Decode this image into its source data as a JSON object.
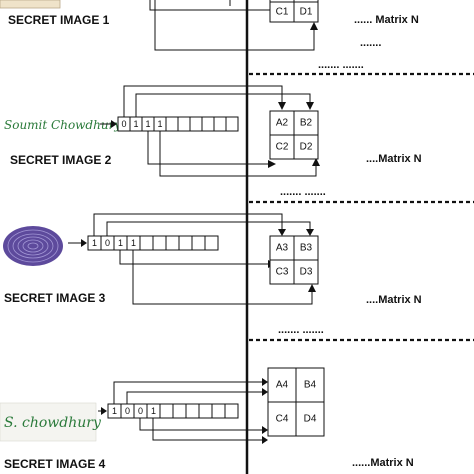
{
  "panels": [
    {
      "label": "SECRET IMAGE 1",
      "signature": "",
      "bits": [],
      "matrix": [
        "",
        "",
        "C1",
        "D1"
      ],
      "matrix_label": "...... Matrix N",
      "dots_right": ".......",
      "dots_bottom": "....... ......."
    },
    {
      "label": "SECRET IMAGE 2",
      "signature": "Soumit Chowdhury",
      "bits": [
        "0",
        "1",
        "1",
        "1",
        "",
        "",
        "",
        "",
        "",
        ""
      ],
      "matrix": [
        "A2",
        "B2",
        "C2",
        "D2"
      ],
      "matrix_label": "....Matrix N",
      "dots_right": "",
      "dots_bottom": "....... ......."
    },
    {
      "label": "SECRET IMAGE 3",
      "signature": "",
      "bits": [
        "1",
        "0",
        "1",
        "1",
        "",
        "",
        "",
        "",
        "",
        ""
      ],
      "matrix": [
        "A3",
        "B3",
        "C3",
        "D3"
      ],
      "matrix_label": "....Matrix N",
      "dots_right": "",
      "dots_bottom": "....... ......."
    },
    {
      "label": "SECRET IMAGE 4",
      "signature": "S. chowdhury",
      "bits": [
        "1",
        "0",
        "0",
        "1",
        "",
        "",
        "",
        "",
        "",
        ""
      ],
      "matrix": [
        "A4",
        "B4",
        "C4",
        "D4"
      ],
      "matrix_label": "......Matrix N",
      "dots_right": "",
      "dots_bottom": ""
    }
  ]
}
